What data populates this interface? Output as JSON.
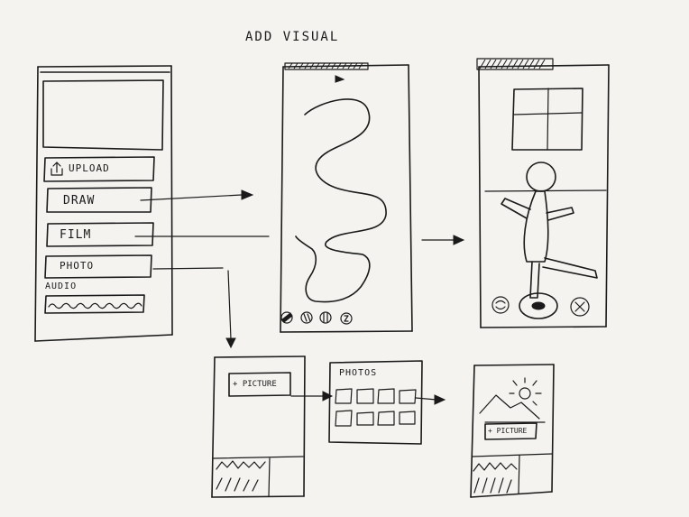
{
  "title": "ADD VISUAL",
  "menu": {
    "upload_label": "UPLOAD",
    "draw_label": "DRAW",
    "film_label": "FILM",
    "photo_label": "PHOTO",
    "audio_label": "AUDIO"
  },
  "photo_flow": {
    "add_picture_label": "+ PICTURE",
    "photos_heading": "PHOTOS",
    "result_picture_label": "+ PICTURE"
  }
}
